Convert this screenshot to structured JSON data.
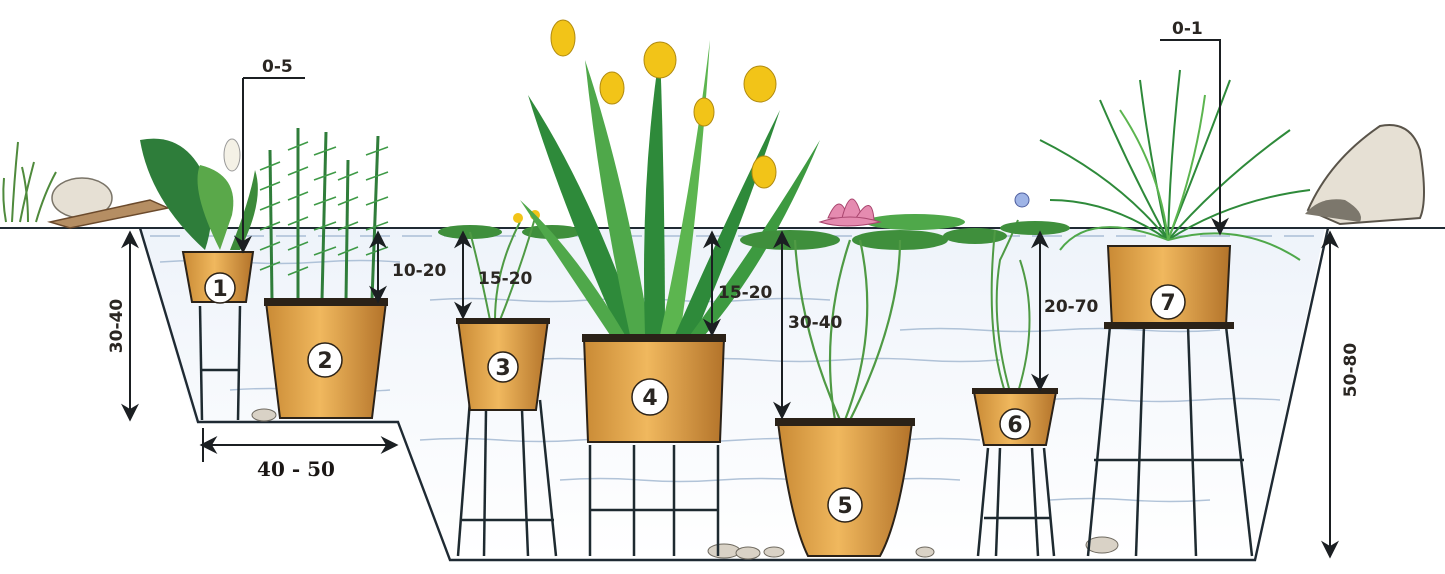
{
  "colors": {
    "water_line": "#1f2a33",
    "water_ripple": "#9fb5cf",
    "pot_fill": "#e3a44d",
    "pot_shade": "#b97a2a",
    "pot_rim": "#2b2218",
    "stand": "#1e2a30",
    "leaf_dark": "#2e7d3a",
    "leaf_light": "#6fbf57",
    "iris_flower": "#f2c418",
    "lily_flower": "#e58bb0",
    "lily_pad": "#3f8f3c",
    "stone": "#e6e0d4",
    "arrow": "#1b1f22"
  },
  "pots": [
    {
      "number": "1"
    },
    {
      "number": "2"
    },
    {
      "number": "3"
    },
    {
      "number": "4"
    },
    {
      "number": "5"
    },
    {
      "number": "6"
    },
    {
      "number": "7"
    }
  ],
  "depths": {
    "pot1_top": "0-5",
    "pot1_depth": "30-40",
    "shelf_width": "40 - 50",
    "pot2": "10-20",
    "pot3": "15-20",
    "pot4": "15-20",
    "pot5": "30-40",
    "pot6": "20-70",
    "pot7_top": "0-1",
    "pond_depth": "50-80"
  }
}
